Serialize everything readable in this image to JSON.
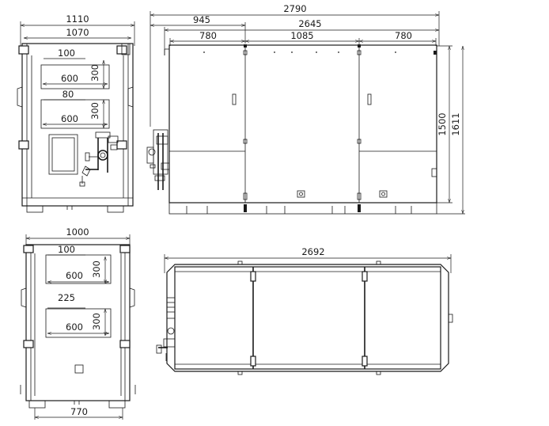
{
  "drawing": {
    "front_view": {
      "dims": {
        "overall_width": "1110",
        "inner_width": "1070",
        "top_offset": "100",
        "opening_1_height": "300",
        "opening_1_width": "600",
        "gap": "80",
        "opening_2_height": "300",
        "opening_2_width": "600"
      }
    },
    "side_view": {
      "dims": {
        "total_length": "2790",
        "section_left": "945",
        "body_length": "2645",
        "section_1": "780",
        "section_2": "1085",
        "section_3": "780",
        "body_height": "1500",
        "total_height": "1611"
      }
    },
    "rear_view": {
      "dims": {
        "overall_width": "1000",
        "top_offset": "100",
        "opening_1_height": "300",
        "opening_1_width": "600",
        "gap": "225",
        "opening_2_height": "300",
        "opening_2_width": "600",
        "base_width": "770"
      }
    },
    "top_view": {
      "dims": {
        "length": "2692"
      }
    }
  }
}
